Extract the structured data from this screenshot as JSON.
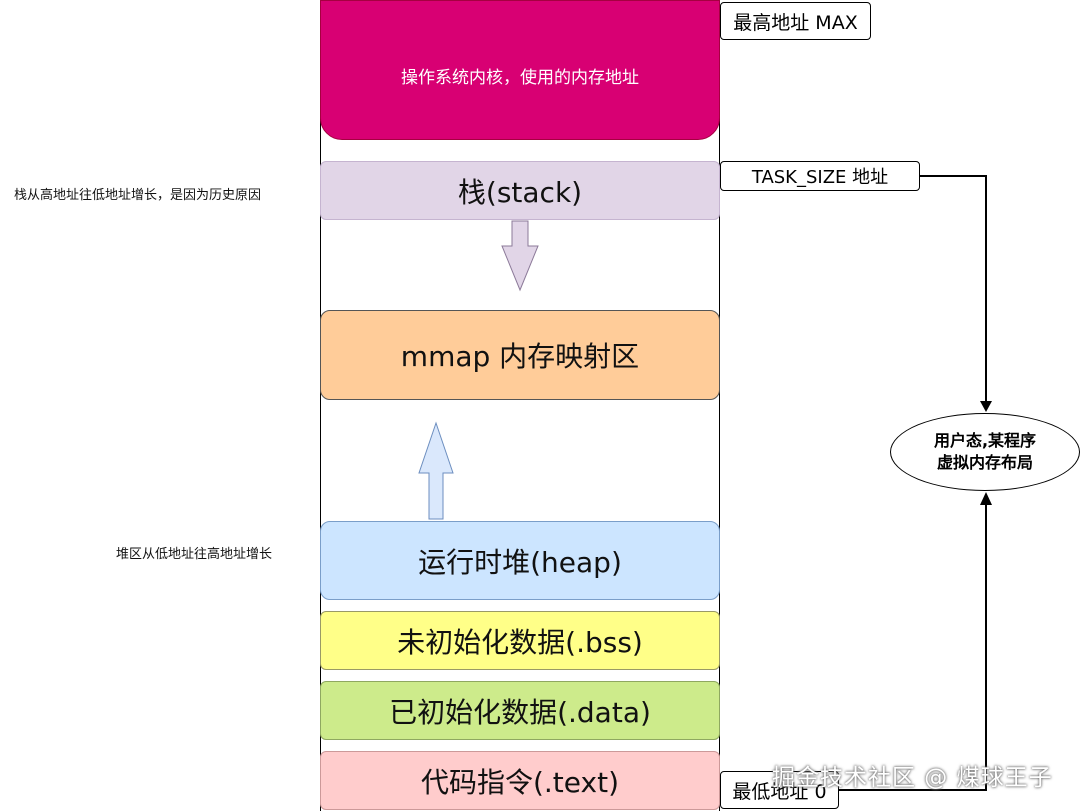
{
  "segments": {
    "kernel": "操作系统内核，使用的内存地址",
    "stack": "栈(stack)",
    "mmap": "mmap 内存映射区",
    "heap": "运行时堆(heap)",
    "bss": "未初始化数据(.bss)",
    "data": "已初始化数据(.data)",
    "text": "代码指令(.text)"
  },
  "addresses": {
    "max": "最高地址 MAX",
    "task_size": "TASK_SIZE 地址",
    "min": "最低地址 0"
  },
  "notes": {
    "stack_growth": "栈从高地址往低地址增长，是因为历史原因",
    "heap_growth": "堆区从低地址往高地址增长"
  },
  "ellipse": {
    "line1": "用户态,某程序",
    "line2": "虚拟内存布局"
  },
  "watermark": "掘金技术社区 @ 煤球王子",
  "colors": {
    "kernel": "#d80073",
    "stack": "#e1d5e7",
    "mmap": "#ffcc99",
    "heap": "#cce5ff",
    "bss": "#ffff88",
    "data": "#cdeb8b",
    "text": "#ffcccc"
  }
}
